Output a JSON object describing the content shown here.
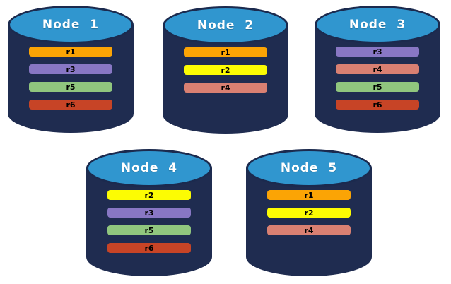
{
  "colors": {
    "canvas_background": "#FFFFFF",
    "cylinder_body": "#1F2C50",
    "cylinder_top": "#3096CF",
    "cylinder_outline": "#1B2A4E",
    "node_label_text": "#FFFFFF",
    "record_label_text": "#000000"
  },
  "record_colors": {
    "r1": "#FBA405",
    "r2": "#FCFC03",
    "r3": "#8877C4",
    "r4": "#D98072",
    "r5": "#90C67E",
    "r6": "#C74426"
  },
  "nodes": [
    {
      "label": "Node  1",
      "records": [
        "r1",
        "r3",
        "r5",
        "r6"
      ]
    },
    {
      "label": "Node  2",
      "records": [
        "r1",
        "r2",
        "r4"
      ]
    },
    {
      "label": "Node  3",
      "records": [
        "r3",
        "r4",
        "r5",
        "r6"
      ]
    },
    {
      "label": "Node  4",
      "records": [
        "r2",
        "r3",
        "r5",
        "r6"
      ]
    },
    {
      "label": "Node  5",
      "records": [
        "r1",
        "r2",
        "r4"
      ]
    }
  ]
}
